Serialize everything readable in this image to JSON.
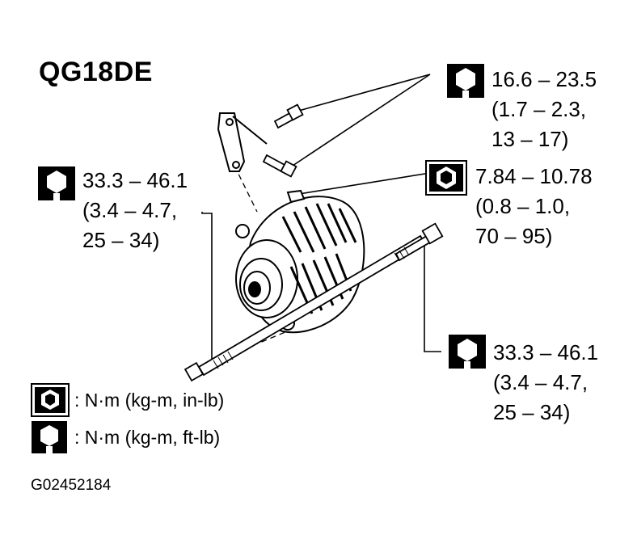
{
  "title": "QG18DE",
  "specs": {
    "upper_right": [
      "16.6 – 23.5",
      "(1.7 – 2.3,",
      "13 – 17)"
    ],
    "middle_right": [
      "7.84 – 10.78",
      "(0.8 – 1.0,",
      "70 – 95)"
    ],
    "left": [
      "33.3 – 46.1",
      "(3.4 – 4.7,",
      "25 – 34)"
    ],
    "lower_right": [
      "33.3 – 46.1",
      "(3.4 – 4.7,",
      "25 – 34)"
    ]
  },
  "legend": {
    "in_lb": ": N·m (kg-m, in-lb)",
    "ft_lb": ": N·m (kg-m, ft-lb)"
  },
  "figure_id": "G02452184",
  "icons": {
    "ft_lb": "wrench-hollow-nut-icon",
    "in_lb": "wrench-solid-nut-icon"
  }
}
